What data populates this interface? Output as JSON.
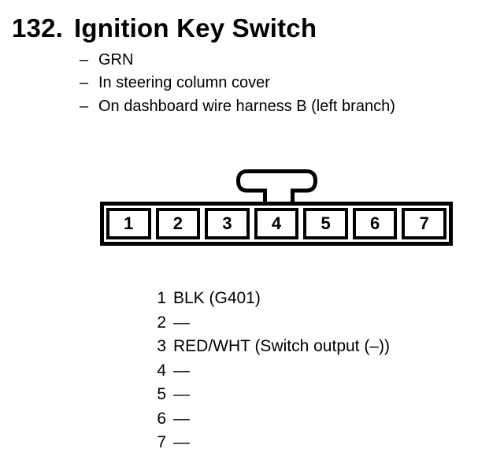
{
  "page": {
    "section_number": "132.",
    "title": "Ignition Key Switch",
    "bullet_prefix": "–",
    "bullets": [
      "GRN",
      "In steering column cover",
      "On dashboard wire harness B (left branch)"
    ]
  },
  "connector": {
    "description": "7-cavity connector, front view, latch tab above cavity 4",
    "cavities": [
      "1",
      "2",
      "3",
      "4",
      "5",
      "6",
      "7"
    ]
  },
  "pins": [
    {
      "num": "1",
      "label": "BLK (G401)"
    },
    {
      "num": "2",
      "label": "—"
    },
    {
      "num": "3",
      "label": "RED/WHT (Switch output (–))"
    },
    {
      "num": "4",
      "label": "—"
    },
    {
      "num": "5",
      "label": "—"
    },
    {
      "num": "6",
      "label": "—"
    },
    {
      "num": "7",
      "label": "—"
    }
  ],
  "colors": {
    "ink": "#000000",
    "background": "#ffffff"
  }
}
